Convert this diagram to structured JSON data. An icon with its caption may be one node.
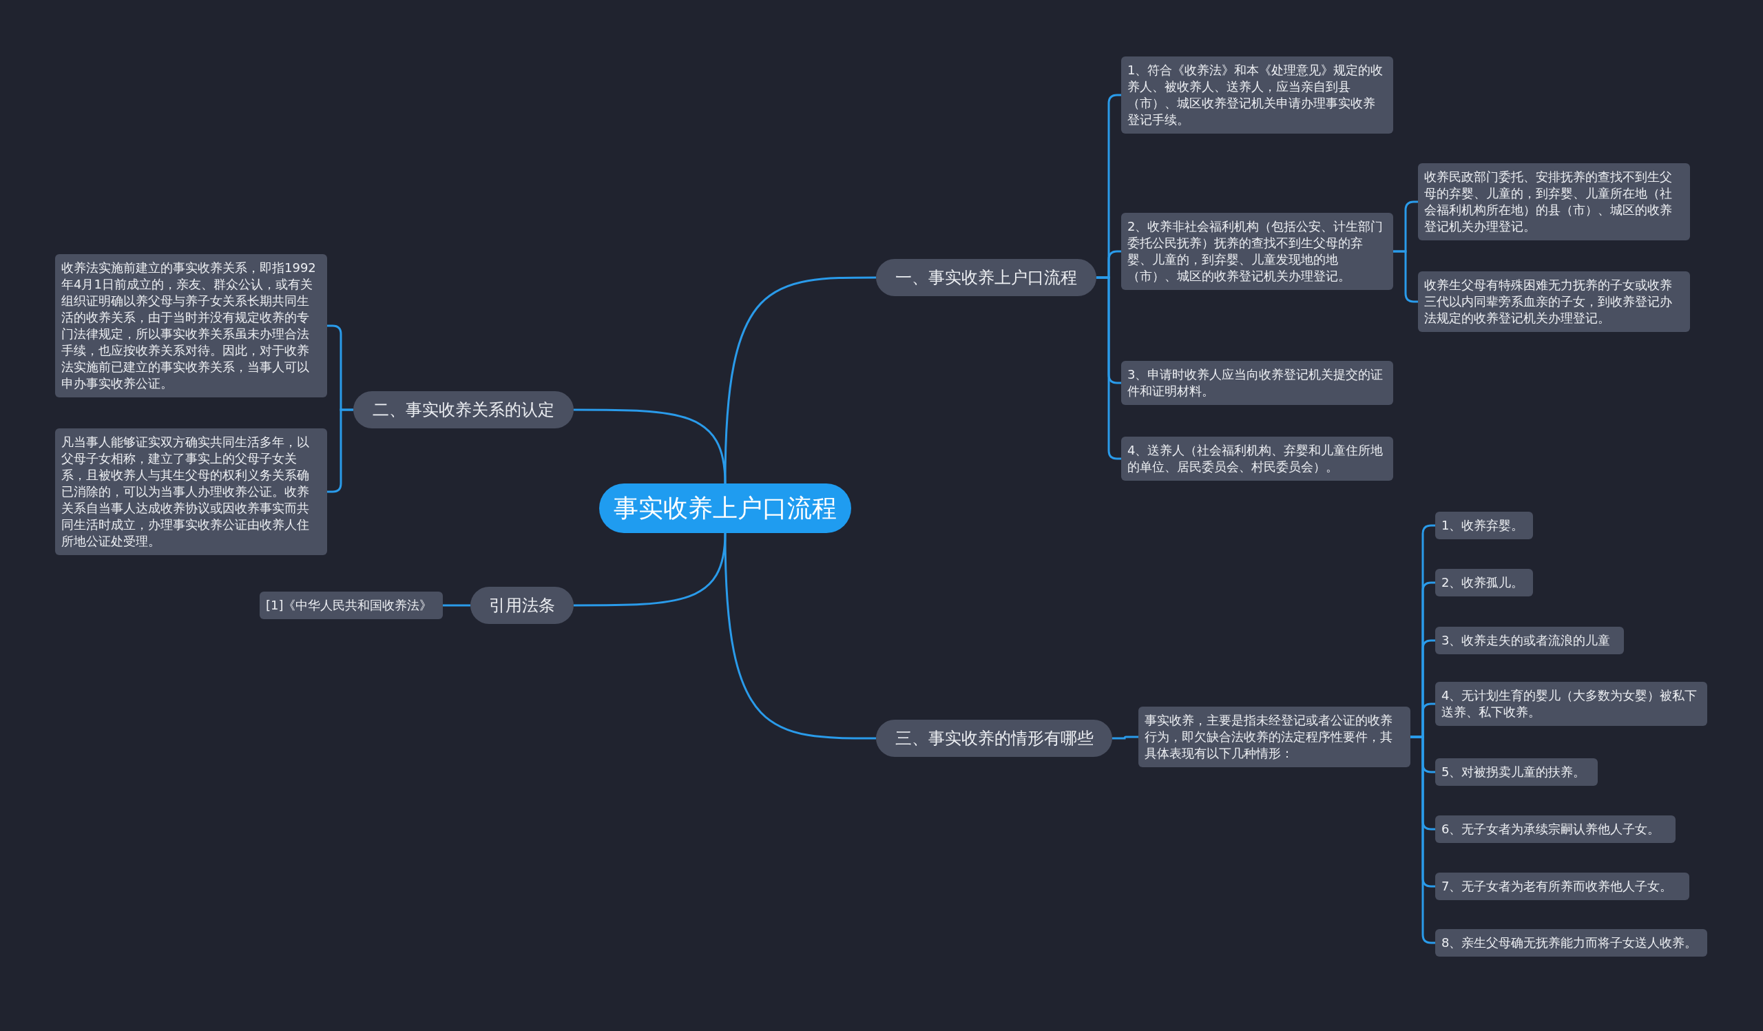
{
  "diagram": {
    "nodes": [
      {
        "text": [
          "事实收养上户口流程"
        ]
      },
      {
        "text": [
          "一、事实收养上户口流程"
        ]
      },
      {
        "text": [
          "1、符合《收养法》和本《处理意见》规定的收养人、被收养人、送养人，应当亲自到县（市）、城区收养登记机关申请办理事实收养登记手续。"
        ]
      },
      {
        "text": [
          "2、收养非社会福利机构（包括公安、计生部门委托公民抚养）抚养的查找不到生父母的弃婴、儿童的，到弃婴、儿童发现地的地（市）、城区的收养登记机关办理登记。"
        ]
      },
      {
        "text": [
          "收养民政部门委托、安排抚养的查找不到生父母的弃婴、儿童的，到弃婴、儿童所在地（社会福利机构所在地）的县（市）、城区的收养登记机关办理登记。"
        ]
      },
      {
        "text": [
          "收养生父母有特殊困难无力抚养的子女或收养三代以内同辈旁系血亲的子女，到收养登记办法规定的收养登记机关办理登记。"
        ]
      },
      {
        "text": [
          "3、申请时收养人应当向收养登记机关提交的证件和证明材料。"
        ]
      },
      {
        "text": [
          "4、送养人（社会福利机构、弃婴和儿童住所地的单位、居民委员会、村民委员会）。"
        ]
      },
      {
        "text": [
          "二、事实收养关系的认定"
        ]
      },
      {
        "text": [
          "收养法实施前建立的事实收养关系，即指1992年4月1日前成立的，亲友、群众公认，或有关组织证明确以养父母与养子女关系长期共同生活的收养关系，由于当时并没有规定收养的专门法律规定，所以事实收养关系虽未办理合法手续，也应按收养关系对待。因此，对于收养法实施前已建立的事实收养关系，当事人可以申办事实收养公证。"
        ]
      },
      {
        "text": [
          "凡当事人能够证实双方确实共同生活多年，以父母子女相称，建立了事实上的父母子女关系，且被收养人与其生父母的权利义务关系确已消除的，可以为当事人办理收养公证。收养关系自当事人达成收养协议或因收养事实而共同生活时成立，办理事实收养公证由收养人住所地公证处受理。"
        ]
      },
      {
        "text": [
          "引用法条"
        ]
      },
      {
        "text": [
          "[1]《中华人民共和国收养法》"
        ]
      },
      {
        "text": [
          "三、事实收养的情形有哪些"
        ]
      },
      {
        "text": [
          "事实收养，主要是指未经登记或者公证的收养行为，即欠缺合法收养的法定程序性要件，其具体表现有以下几种情形："
        ]
      },
      {
        "text": [
          "1、收养弃婴。"
        ]
      },
      {
        "text": [
          "2、收养孤儿。"
        ]
      },
      {
        "text": [
          "3、收养走失的或者流浪的儿童"
        ]
      },
      {
        "text": [
          "4、无计划生育的婴儿（大多数为女婴）被私下送养、私下收养。"
        ]
      },
      {
        "text": [
          "5、对被拐卖儿童的扶养。"
        ]
      },
      {
        "text": [
          "6、无子女者为承续宗嗣认养他人子女。"
        ]
      },
      {
        "text": [
          "7、无子女者为老有所养而收养他人子女。"
        ]
      },
      {
        "text": [
          "8、亲生父母确无抚养能力而将子女送人收养。"
        ]
      }
    ],
    "edges": [
      {
        "from": 0,
        "to": 1,
        "arrow": "none"
      },
      {
        "from": 0,
        "to": 8,
        "arrow": "none"
      },
      {
        "from": 0,
        "to": 11,
        "arrow": "none"
      },
      {
        "from": 0,
        "to": 13,
        "arrow": "none"
      },
      {
        "from": 1,
        "to": 2,
        "arrow": "none"
      },
      {
        "from": 1,
        "to": 3,
        "arrow": "none"
      },
      {
        "from": 1,
        "to": 6,
        "arrow": "none"
      },
      {
        "from": 1,
        "to": 7,
        "arrow": "none"
      },
      {
        "from": 3,
        "to": 4,
        "arrow": "none"
      },
      {
        "from": 3,
        "to": 5,
        "arrow": "none"
      },
      {
        "from": 8,
        "to": 9,
        "arrow": "none"
      },
      {
        "from": 8,
        "to": 10,
        "arrow": "none"
      },
      {
        "from": 11,
        "to": 12,
        "arrow": "none"
      },
      {
        "from": 13,
        "to": 14,
        "arrow": "none"
      },
      {
        "from": 14,
        "to": 15,
        "arrow": "none"
      },
      {
        "from": 14,
        "to": 16,
        "arrow": "none"
      },
      {
        "from": 14,
        "to": 17,
        "arrow": "none"
      },
      {
        "from": 14,
        "to": 18,
        "arrow": "none"
      },
      {
        "from": 14,
        "to": 19,
        "arrow": "none"
      },
      {
        "from": 14,
        "to": 20,
        "arrow": "none"
      },
      {
        "from": 14,
        "to": 21,
        "arrow": "none"
      },
      {
        "from": 14,
        "to": 22,
        "arrow": "none"
      }
    ]
  }
}
